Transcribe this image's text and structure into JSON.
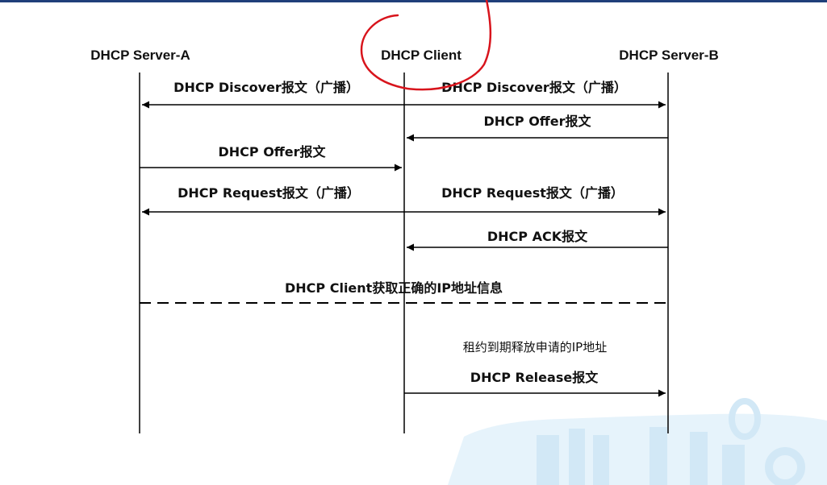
{
  "participants": {
    "server_a": "DHCP Server-A",
    "client": "DHCP Client",
    "server_b": "DHCP Server-B"
  },
  "messages": {
    "discover_a": "DHCP Discover报文（广播）",
    "discover_b": "DHCP Discover报文（广播）",
    "offer_b": "DHCP Offer报文",
    "offer_a": "DHCP Offer报文",
    "request_a": "DHCP Request报文（广播）",
    "request_b": "DHCP Request报文（广播）",
    "ack_b": "DHCP ACK报文",
    "ip_obtained": "DHCP Client获取正确的IP地址信息",
    "lease_expire": "租约到期释放申请的IP地址",
    "release": "DHCP Release报文"
  },
  "colors": {
    "annotation_circle": "#d8141c",
    "top_bar": "#1f3f7a",
    "watermark": "#d6ebf7"
  }
}
